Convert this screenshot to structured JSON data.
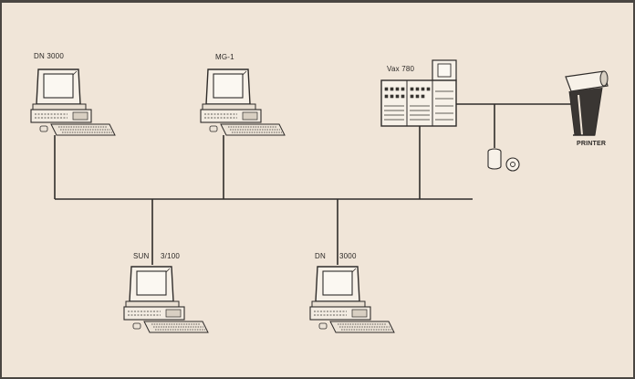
{
  "diagram": {
    "nodes": {
      "dn3000_top": "DN 3000",
      "mg1": "MG-1",
      "vax780": "Vax 780",
      "printer": "PRINTER",
      "sun": "SUN",
      "sun_model": "3/100",
      "dn3000_bottom": "DN",
      "dn3000_bottom_model": "3000"
    },
    "colors": {
      "background": "#f0e5d8",
      "line": "#2f2c2a",
      "equipment": "#f7f1e8"
    }
  }
}
